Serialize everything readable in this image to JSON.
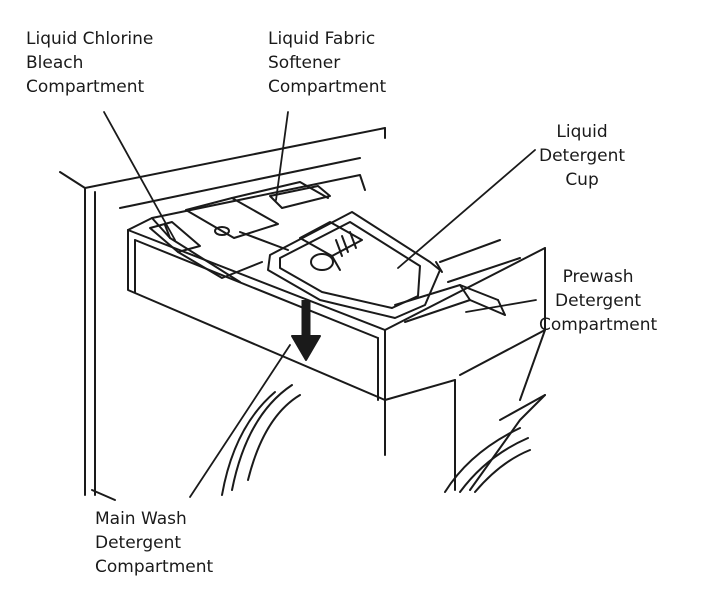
{
  "labels": {
    "bleach": [
      "Liquid Chlorine",
      "Bleach",
      "Compartment"
    ],
    "softener": [
      "Liquid Fabric",
      "Softener",
      "Compartment"
    ],
    "cup": [
      "Liquid",
      "Detergent",
      "Cup"
    ],
    "prewash": [
      "Prewash",
      "Detergent",
      "Compartment"
    ],
    "mainwash": [
      "Main Wash",
      "Detergent",
      "Compartment"
    ]
  },
  "colors": {
    "line": "#1a1a1a",
    "background": "#ffffff"
  }
}
